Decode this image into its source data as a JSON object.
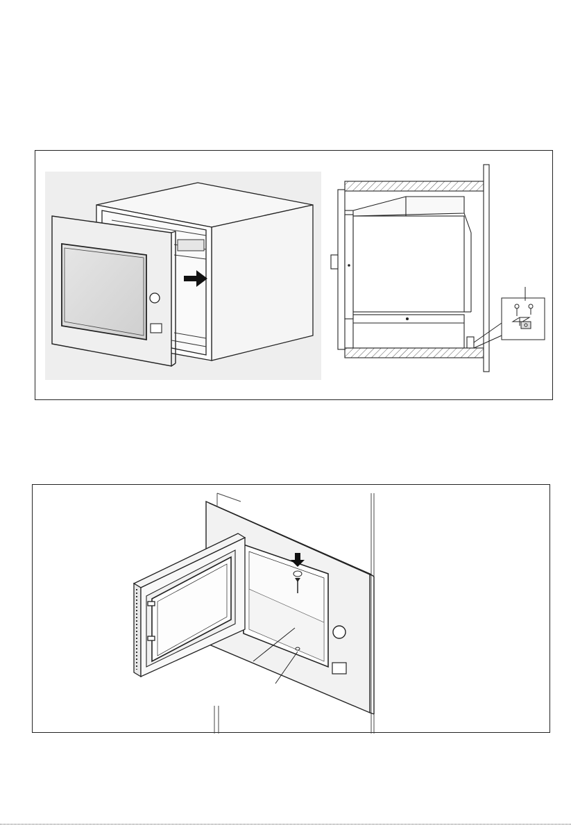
{
  "page": {
    "figures": [
      {
        "id": "figure-installation-slide-in",
        "panels": [
          "perspective-view",
          "side-section-view",
          "fixing-bracket-detail"
        ]
      },
      {
        "id": "figure-door-open-screw-fixing",
        "panels": [
          "perspective-open-door-view"
        ]
      }
    ]
  }
}
